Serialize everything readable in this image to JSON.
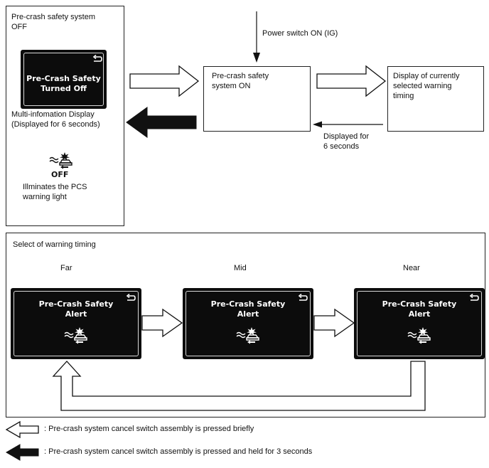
{
  "top_left_panel": {
    "title_line1": "Pre-crash safety system",
    "title_line2": "OFF",
    "mid_display": {
      "line1": "Pre-Crash Safety",
      "line2": "Turned Off"
    },
    "display_caption_line1": "Multi-infomation Display",
    "display_caption_line2": "(Displayed for 6 seconds)",
    "indicator_label": "OFF",
    "light_caption_line1": "Illminates the PCS",
    "light_caption_line2": "warning light"
  },
  "power_switch_label": "Power switch ON (IG)",
  "pcs_on_box": {
    "line1": "Pre-crash safety",
    "line2": "system ON"
  },
  "warning_timing_box": {
    "line1": "Display of currently",
    "line2": "selected warning",
    "line3": "timing"
  },
  "displayed_for": {
    "line1": "Displayed for",
    "line2": "6 seconds"
  },
  "select_panel": {
    "title": "Select of warning timing",
    "columns": [
      {
        "label": "Far",
        "line1": "Pre-Crash Safety",
        "line2": "Alert"
      },
      {
        "label": "Mid",
        "line1": "Pre-Crash Safety",
        "line2": "Alert"
      },
      {
        "label": "Near",
        "line1": "Pre-Crash Safety",
        "line2": "Alert"
      }
    ]
  },
  "legend": {
    "brief": ": Pre-crash system cancel switch assembly is pressed briefly",
    "held": ": Pre-crash system cancel switch assembly is pressed and held for 3 seconds"
  },
  "icons": {
    "back": "back-arrow-icon",
    "pcs": "pcs-warning-icon",
    "outline_arrow": "outline-arrow-icon",
    "solid_arrow": "solid-arrow-icon"
  },
  "colors": {
    "screen_background": "#0c0c0c",
    "screen_text": "#ffffff",
    "line": "#111111"
  }
}
